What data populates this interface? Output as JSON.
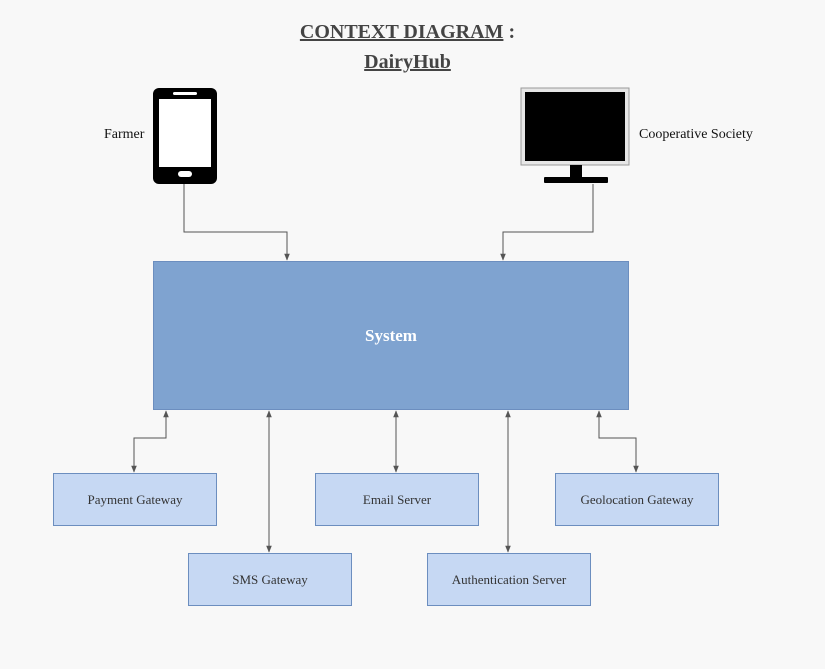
{
  "title": {
    "line1": "CONTEXT DIAGRAM",
    "separator": " :",
    "line2": "DairyHub"
  },
  "actors": {
    "farmer": {
      "label": "Farmer",
      "icon": "smartphone-icon"
    },
    "cooperative": {
      "label": "Cooperative Society",
      "icon": "monitor-icon"
    }
  },
  "system": {
    "label": "System"
  },
  "external_entities": {
    "payment": "Payment Gateway",
    "email": "Email Server",
    "geolocation": "Geolocation Gateway",
    "sms": "SMS Gateway",
    "auth": "Authentication Server"
  },
  "colors": {
    "system_fill": "#7fa3d0",
    "entity_fill": "#c6d8f3",
    "border": "#6c8ebf",
    "connector": "#555555"
  }
}
